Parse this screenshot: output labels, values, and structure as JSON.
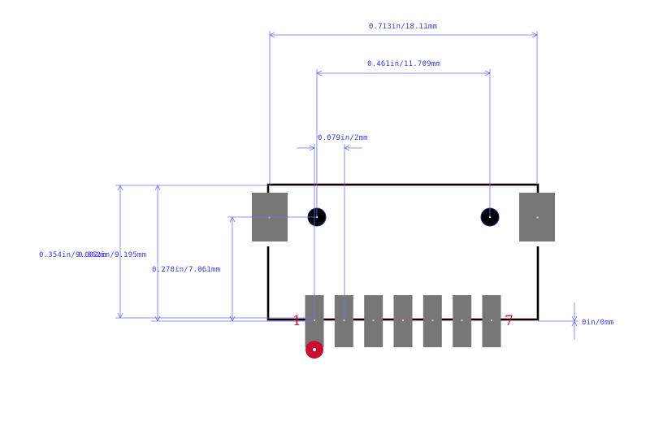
{
  "colors": {
    "background": "#ffffff",
    "dimension": "#6f6ff0",
    "dimension_text": "#3a3ae8",
    "pad": "#777777",
    "outline": "#000000",
    "hole": "#000000",
    "pin1_marker": "#c8102e",
    "pin_label": "#c8102e"
  },
  "dimensions": {
    "overall_width": "0.713in/18.11mm",
    "hole_spacing": "0.461in/11.709mm",
    "pin_pitch": "0.079in/2mm",
    "height_a": "0.354in/9.002mm",
    "height_b": "0.362in/9.195mm",
    "height_c": "0.278in/7.061mm",
    "zero": "0in/0mm"
  },
  "pins": {
    "first": "1",
    "last": "7",
    "count": 7
  },
  "icons": {
    "pin1_marker": "red-dot-icon",
    "mounting_hole": "black-circle-icon"
  }
}
